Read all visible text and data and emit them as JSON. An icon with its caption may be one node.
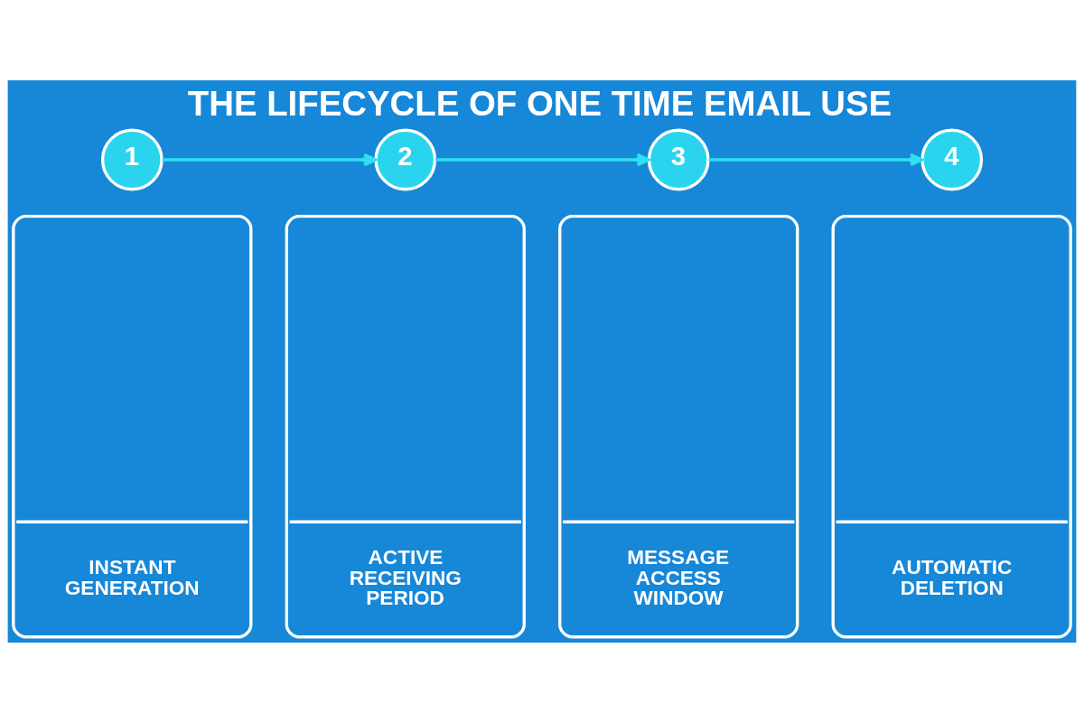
{
  "diagram": {
    "title": "THE LIFECYCLE OF ONE TIME EMAIL USE",
    "nodes": [
      {
        "text": [
          "1"
        ]
      },
      {
        "text": [
          "2"
        ]
      },
      {
        "text": [
          "3"
        ]
      },
      {
        "text": [
          "4"
        ]
      },
      {
        "text": [
          "INSTANT GENERATION"
        ]
      },
      {
        "text": [
          "ACTIVE RECEIVING PERIOD"
        ]
      },
      {
        "text": [
          "MESSAGE ACCESS WINDOW"
        ]
      },
      {
        "text": [
          "AUTOMATIC DELETION"
        ]
      }
    ],
    "edges": [
      {
        "from": 0,
        "to": 1,
        "arrow": "to"
      },
      {
        "from": 1,
        "to": 2,
        "arrow": "to"
      },
      {
        "from": 2,
        "to": 3,
        "arrow": "to"
      }
    ]
  }
}
